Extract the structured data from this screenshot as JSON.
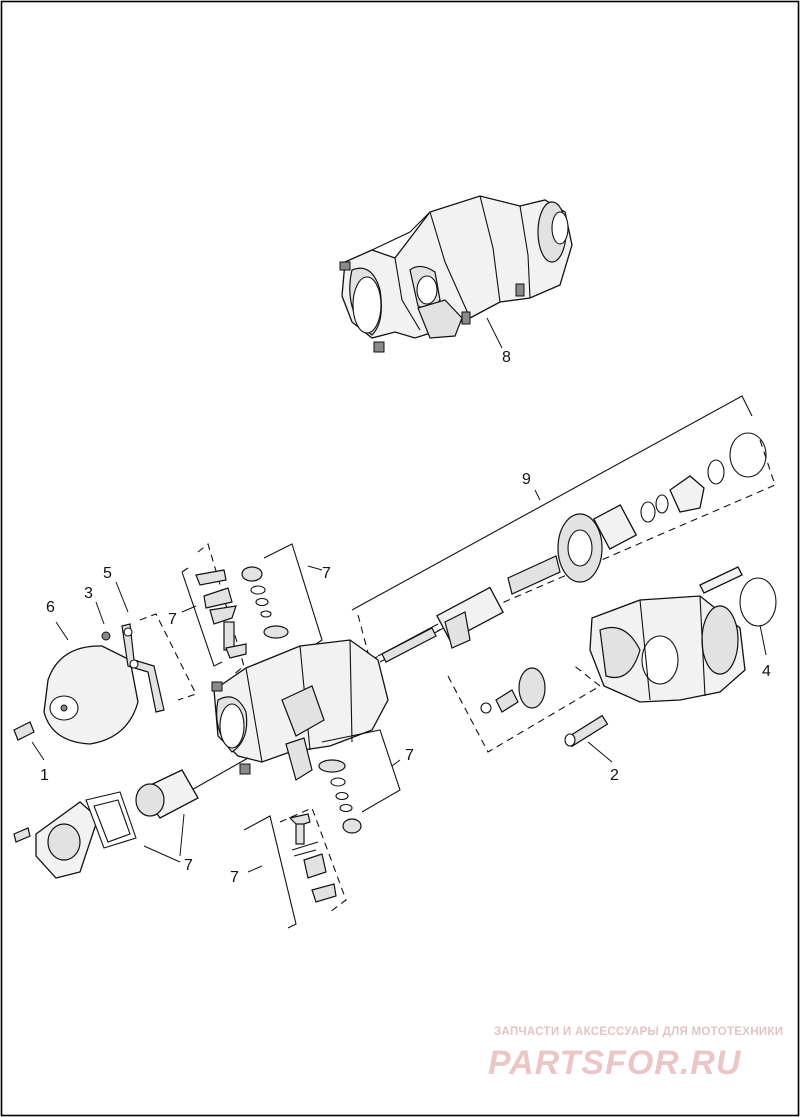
{
  "callouts": {
    "c1": "1",
    "c2": "2",
    "c3": "3",
    "c4": "4",
    "c5": "5",
    "c6": "6",
    "c7a": "7",
    "c7b": "7",
    "c7c": "7",
    "c7d": "7",
    "c7e": "7",
    "c8": "8",
    "c9": "9"
  },
  "watermark": {
    "tagline": "ЗАПЧАСТИ И АКСЕССУАРЫ ДЛЯ МОТОТЕХНИКИ",
    "brand": "PARTSFOR.RU"
  }
}
